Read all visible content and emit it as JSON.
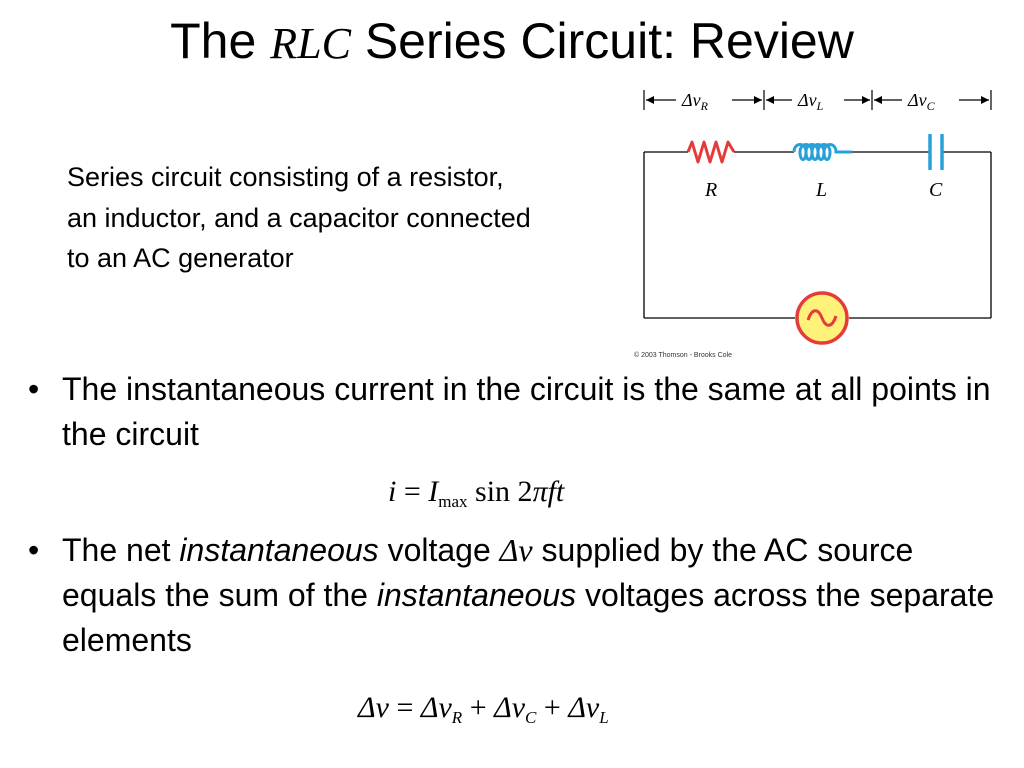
{
  "title": {
    "prefix": "The",
    "rlc": "RLC",
    "suffix": "Series Circuit: Review"
  },
  "caption": "Series circuit consisting of a resistor, an inductor, and a capacitor connected to an AC generator",
  "figure": {
    "delta_v_r": "Δv",
    "sub_r": "R",
    "delta_v_l": "Δv",
    "sub_l": "L",
    "delta_v_c": "Δv",
    "sub_c": "C",
    "label_r": "R",
    "label_l": "L",
    "label_c": "C",
    "credit": "© 2003 Thomson - Brooks Cole",
    "colors": {
      "resistor": "#e53b3b",
      "inductor": "#2aa0d8",
      "capacitor": "#2aa0d8",
      "generator": "#e53b3b",
      "generator_fill": "#fff27a"
    }
  },
  "bullets": [
    {
      "marker": "•",
      "text": "The instantaneous current in the circuit is the same at all points in the circuit"
    },
    {
      "marker": "•",
      "part1": "The net ",
      "part2_italic": "instantaneous",
      "part3": " voltage ",
      "symbol": "Δv",
      "part4": " supplied by the AC source equals the sum of the ",
      "part5_italic": "instantaneous",
      "part6": " voltages across the separate elements"
    }
  ],
  "equations": {
    "current": {
      "lhs": "i",
      "eq": " = ",
      "imax": "I",
      "imax_sub": "max",
      "sin": " sin 2",
      "pi": "π",
      "ft": "ft"
    },
    "voltage": {
      "lhs": "Δv",
      "eq": " = ",
      "t1": "Δv",
      "s1": "R",
      "plus1": " + ",
      "t2": "Δv",
      "s2": "C",
      "plus2": " + ",
      "t3": "Δv",
      "s3": "L"
    }
  }
}
